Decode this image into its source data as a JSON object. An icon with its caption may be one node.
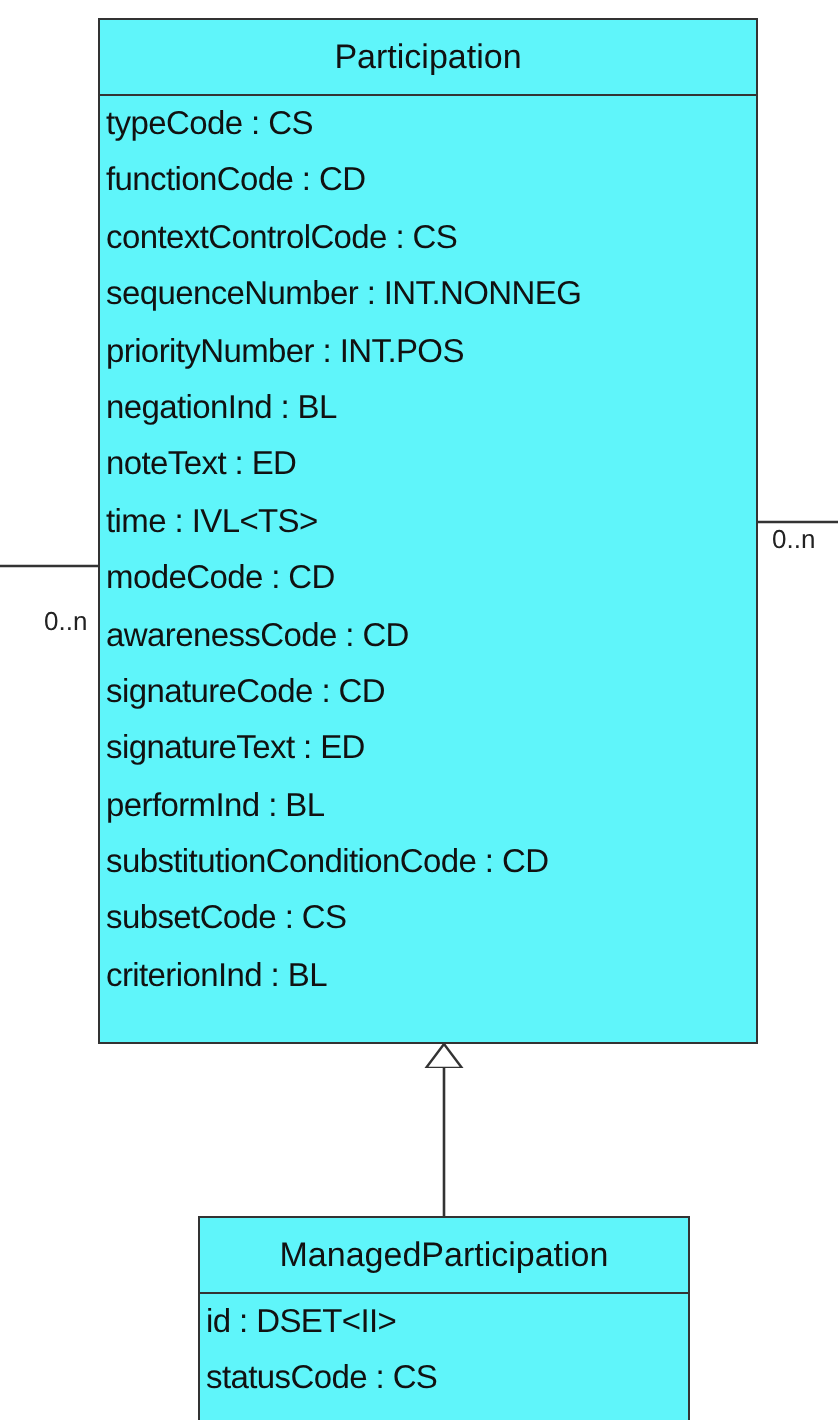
{
  "diagram": {
    "nodes": [
      {
        "text": [
          "Participation",
          "typeCode : CS",
          "functionCode : CD",
          "contextControlCode : CS",
          "sequenceNumber : INT.NONNEG",
          "priorityNumber : INT.POS",
          "negationInd : BL",
          "noteText : ED",
          "time : IVL<TS>",
          "modeCode : CD",
          "awarenessCode : CD",
          "signatureCode : CD",
          "signatureText : ED",
          "performInd : BL",
          "substitutionConditionCode : CD",
          "subsetCode : CS",
          "criterionInd : BL"
        ]
      },
      {
        "text": [
          "ManagedParticipation",
          "id : DSET<II>",
          "statusCode : CS"
        ]
      }
    ],
    "edges": [
      {
        "from": null,
        "to": 0,
        "arrow": "none",
        "label": "0..n"
      },
      {
        "from": 0,
        "to": null,
        "arrow": "none",
        "label": "0..n"
      },
      {
        "from": 1,
        "to": 0,
        "arrow": "to"
      }
    ]
  }
}
